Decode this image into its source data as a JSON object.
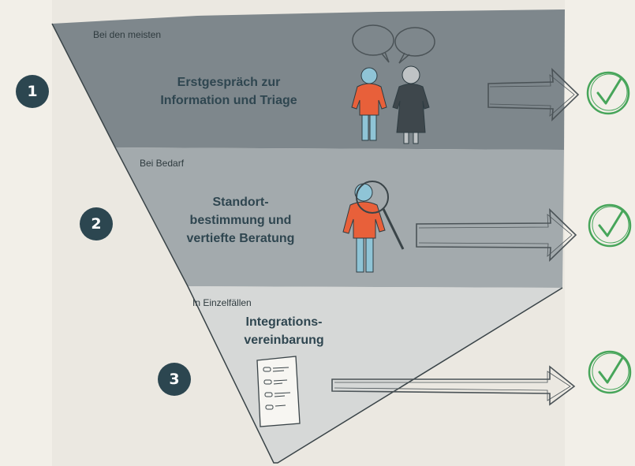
{
  "colors": {
    "background": "#f2efe8",
    "paper": "#ebe8e1",
    "level_1": "#7e878c",
    "level_2": "#a3aaad",
    "level_3": "#d6d8d7",
    "badge": "#2c4650",
    "check": "#47a55a",
    "person_top": "#e8603a",
    "person_legs": "#8fc4d6"
  },
  "levels": [
    {
      "frequency": "Bei den meisten",
      "title_lines": [
        "Erstgespräch zur",
        "Information und Triage"
      ],
      "number": "1",
      "icon": "two-people-talking-icon"
    },
    {
      "frequency": "Bei Bedarf",
      "title_lines": [
        "Standort-",
        "bestimmung und",
        "vertiefte Beratung"
      ],
      "number": "2",
      "icon": "person-magnifier-icon"
    },
    {
      "frequency": "In Einzelfällen",
      "title_lines": [
        "Integrations-",
        "vereinbarung"
      ],
      "number": "3",
      "icon": "checklist-document-icon"
    }
  ]
}
